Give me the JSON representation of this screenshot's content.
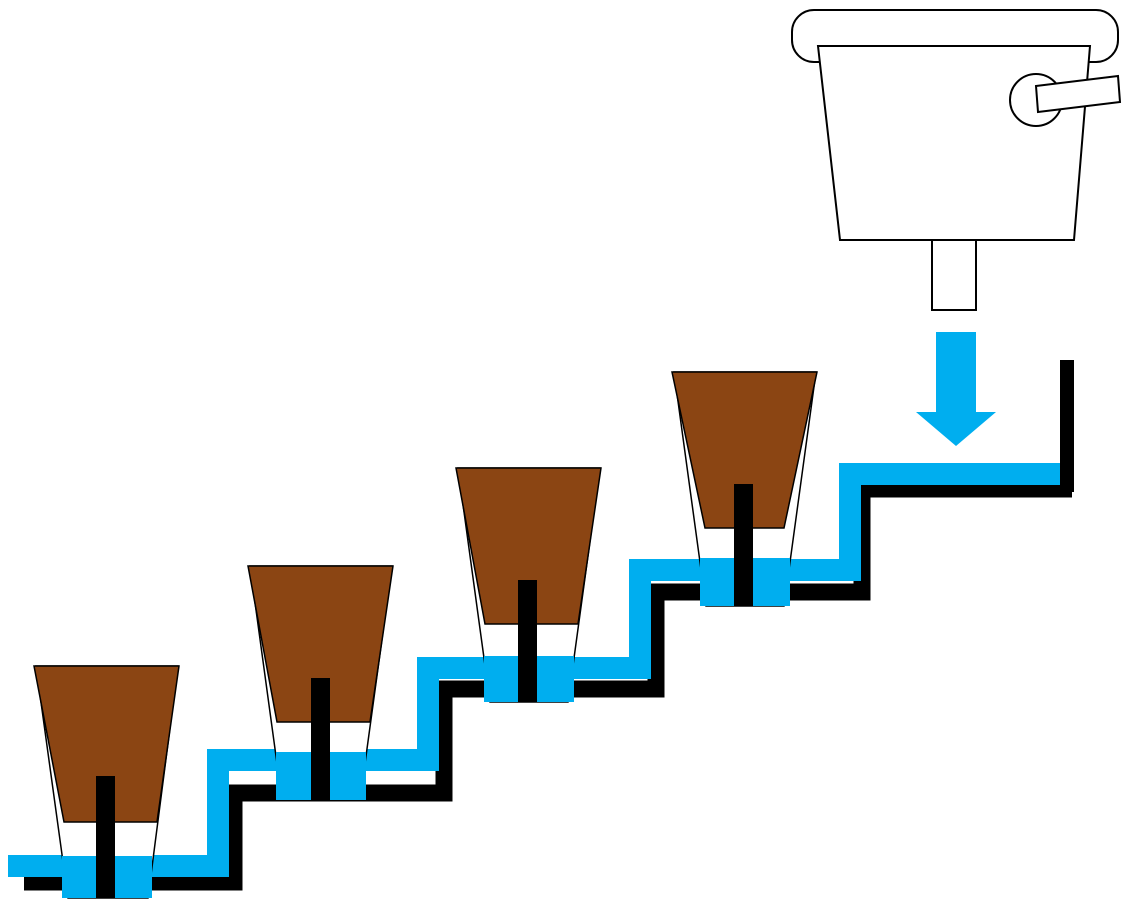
{
  "diagram": {
    "elements": [
      "water-cistern",
      "water-flow-arrow",
      "stepped-water-channel",
      "plant-pot",
      "plant-pot",
      "plant-pot",
      "plant-pot",
      "wick",
      "wick",
      "wick",
      "wick"
    ],
    "pot_count": 4
  },
  "colors": {
    "water": "#00aeef",
    "soil": "#8b4513",
    "outline": "#000000",
    "wick": "#000000",
    "background": "#ffffff"
  }
}
